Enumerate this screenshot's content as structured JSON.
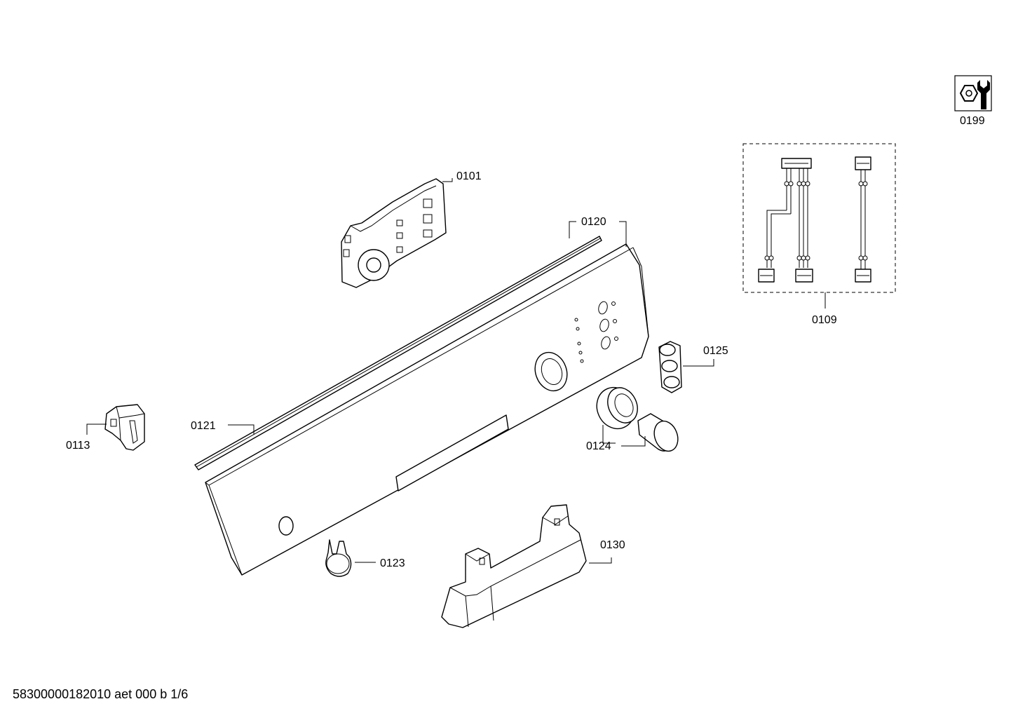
{
  "labels": {
    "p0101": "0101",
    "p0120": "0120",
    "p0109": "0109",
    "p0199": "0199",
    "p0125": "0125",
    "p0121": "0121",
    "p0113": "0113",
    "p0124": "0124",
    "p0123": "0123",
    "p0130": "0130"
  },
  "footer": "58300000182010 aet 000 b 1/6",
  "icons": {
    "service": "wrench-nut-icon"
  }
}
